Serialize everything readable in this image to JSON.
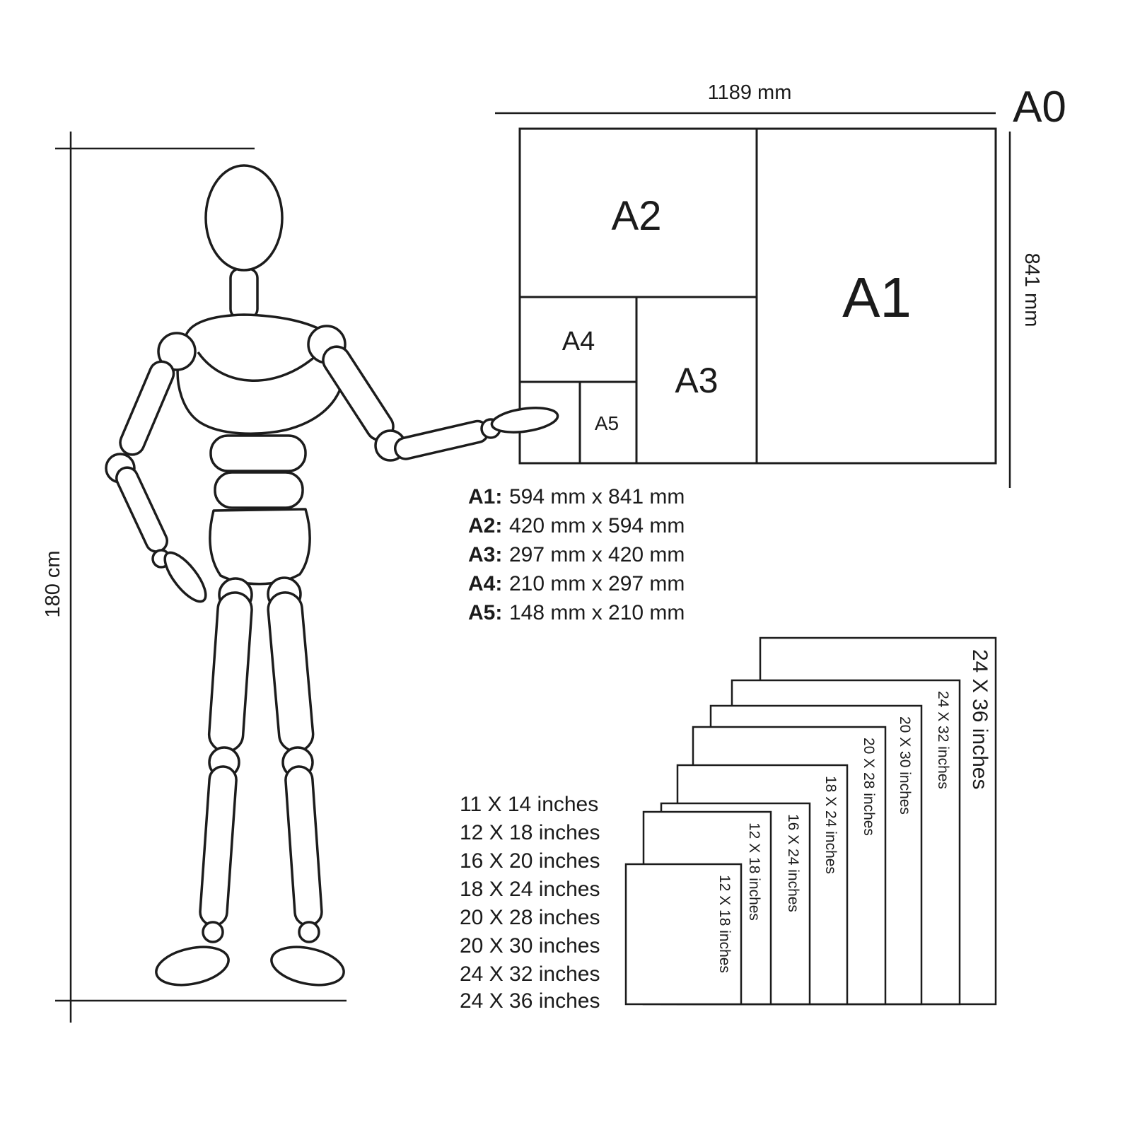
{
  "a_series": {
    "sheet_name": "A0",
    "width_label": "1189 mm",
    "height_label": "841 mm",
    "panels": {
      "a1": "A1",
      "a2": "A2",
      "a3": "A3",
      "a4": "A4",
      "a5": "A5"
    },
    "size_list": [
      {
        "label": "A1:",
        "value": "594 mm x 841 mm"
      },
      {
        "label": "A2:",
        "value": "420 mm x 594 mm"
      },
      {
        "label": "A3:",
        "value": "297 mm x 420 mm"
      },
      {
        "label": "A4:",
        "value": "210 mm x 297 mm"
      },
      {
        "label": "A5:",
        "value": "148 mm x 210 mm"
      }
    ]
  },
  "mannequin": {
    "height_label": "180 cm"
  },
  "inch_series": {
    "size_list": [
      "11 X 14 inches",
      "12 X 18 inches",
      "16 X 20 inches",
      "18 X 24 inches",
      "20 X 28 inches",
      "20 X 30 inches",
      "24 X 32 inches",
      "24 X 36 inches"
    ],
    "stack_labels": [
      "12 X 18 inches",
      "12 X 18 inches",
      "16 X 24 inches",
      "18 X 24 inches",
      "20 X 28 inches",
      "20 X 30 inches",
      "24 X 32 inches",
      "24 X 36 inches"
    ]
  }
}
